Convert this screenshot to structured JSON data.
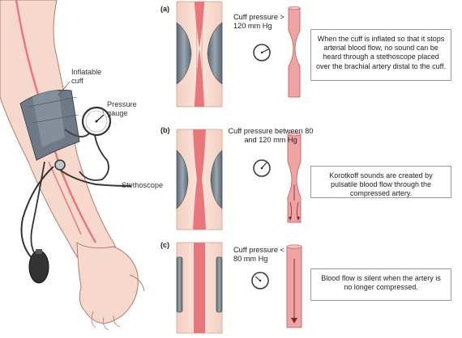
{
  "arm_labels": {
    "cuff": "Inflatable cuff",
    "gauge": "Pressure gauge",
    "stethoscope": "Stethoscope"
  },
  "panels": [
    {
      "letter": "(a)",
      "pressure": "Cuff pressure > 120 mm Hg",
      "description": "When the cuff is inflated so that it stops arterial blood flow, no sound can be heard through a stethoscope placed over the brachial artery distal to the cuff."
    },
    {
      "letter": "(b)",
      "pressure": "Cuff pressure between 80 and 120 mm Hg",
      "description": "Korotkoff sounds are created by pulsatile blood flow through the compressed artery."
    },
    {
      "letter": "(c)",
      "pressure": "Cuff pressure < 80 mm Hg",
      "description": "Blood flow is silent when the artery is no longer compressed."
    }
  ],
  "colors": {
    "skin": "#f6d9cc",
    "skin_outline": "#b57a6a",
    "artery": "#e8767a",
    "cuff": "#7d8a96",
    "gauge_face": "#ffffff"
  }
}
